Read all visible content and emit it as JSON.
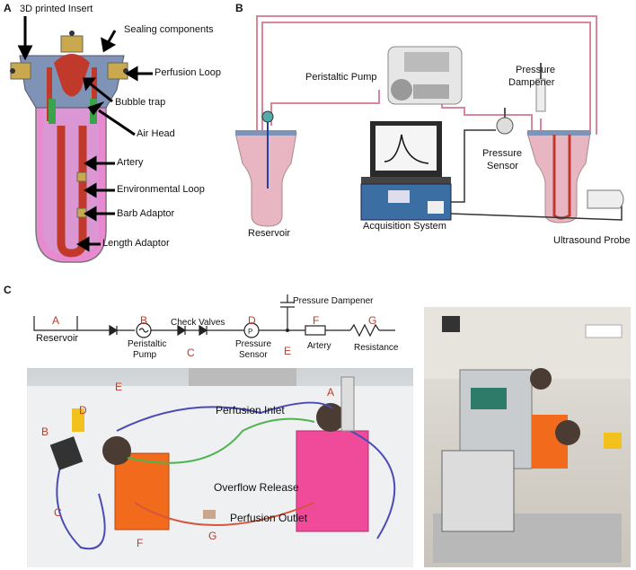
{
  "panelA": {
    "letter": "A",
    "labels": {
      "insert": "3D printed Insert",
      "sealing": "Sealing components",
      "perfusion": "Perfusion Loop",
      "bubble": "Bubble trap",
      "airhead": "Air Head",
      "artery": "Artery",
      "envloop": "Environmental Loop",
      "barb": "Barb Adaptor",
      "length": "Length Adaptor"
    }
  },
  "panelB": {
    "letter": "B",
    "labels": {
      "pump": "Peristaltic Pump",
      "dampener": "Pressure\nDampener",
      "dampener1": "Pressure",
      "dampener2": "Dampener",
      "sensor1": "Pressure",
      "sensor2": "Sensor",
      "reservoir": "Reservoir",
      "acq": "Acquisition System",
      "probe": "Ultrasound Probe"
    }
  },
  "panelC": {
    "letter": "C",
    "schematic": {
      "A": "A",
      "B": "B",
      "C": "C",
      "D": "D",
      "E": "E",
      "F": "F",
      "G": "G",
      "reservoir": "Reservoir",
      "pump1": "Peristaltic",
      "pump2": "Pump",
      "check": "Check Valves",
      "sensor1": "Pressure",
      "sensor2": "Sensor",
      "sensorP": "P",
      "dampener": "Pressure Dampener",
      "artery": "Artery",
      "resistance": "Resistance"
    },
    "photo": {
      "inlet": "Perfusion Inlet",
      "overflow": "Overflow Release",
      "outlet": "Perfusion Outlet",
      "A": "A",
      "B": "B",
      "C": "C",
      "D": "D",
      "E": "E",
      "F": "F",
      "G": "G"
    }
  },
  "colors": {
    "tube_pink": "#d9869a",
    "artery_red": "#c0392b",
    "insert_blue": "#7f93b7",
    "vessel_pink": "#e8b6c2",
    "green": "#5ab55a",
    "orange_rack": "#f26b1d",
    "pink_rack": "#f04a9a",
    "schematic_red": "#c0392b"
  }
}
